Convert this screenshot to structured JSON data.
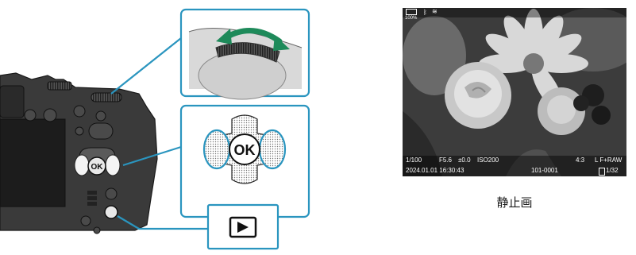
{
  "colors": {
    "callout_border": "#2a95bf",
    "arrow_green": "#1e8a5a",
    "camera_body": "#3a3a3a"
  },
  "callouts": {
    "ok_label": "OK",
    "playback_icon": "play-triangle-icon"
  },
  "camera_display": {
    "battery": "100%",
    "shutter": "1/100",
    "aperture": "F5.6",
    "exposure_comp": "±0.0",
    "iso": "ISO200",
    "aspect": "4:3",
    "quality": "L F+RAW",
    "datetime": "2024.01.01  16:30:43",
    "file_number": "101-0001",
    "frame_info": "1/32"
  },
  "caption": "静止画"
}
